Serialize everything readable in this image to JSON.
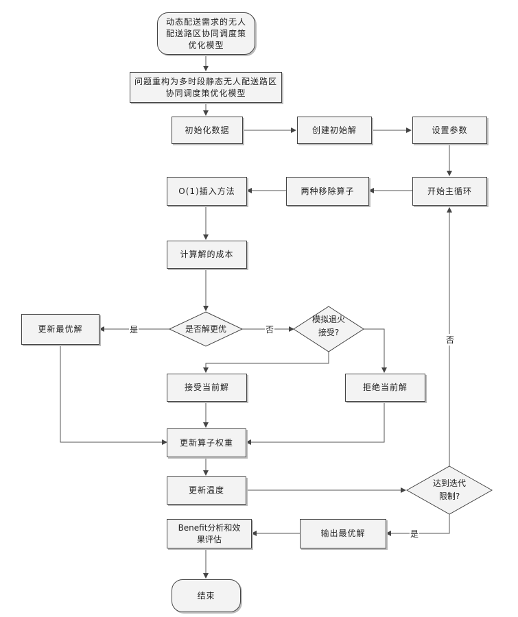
{
  "nodes": {
    "start": "动态配送需求的无人配送路区协同调度策优化模型",
    "reconstruct": "问题重构为多时段静态无人配送路区协同调度策优化模型",
    "init_data": "初始化数据",
    "create_init_solution": "创建初始解",
    "set_params": "设置参数",
    "start_main_loop": "开始主循环",
    "two_removal_operators": "两种移除算子",
    "o1_insert": "O(1)插入方法",
    "compute_cost": "计算解的成本",
    "is_better": "是否解更优",
    "update_best": "更新最优解",
    "sa_accept": "模拟退火接受?",
    "accept_current": "接受当前解",
    "reject_current": "拒绝当前解",
    "update_weights": "更新算子权重",
    "update_temperature": "更新温度",
    "reach_iter_limit": "达到迭代限制?",
    "output_best": "输出最优解",
    "benefit_analysis": "Benefit分析和效果评估",
    "end": "结束"
  },
  "labels": {
    "yes_better": "是",
    "no_better": "否",
    "no_limit": "否",
    "yes_limit": "是"
  }
}
